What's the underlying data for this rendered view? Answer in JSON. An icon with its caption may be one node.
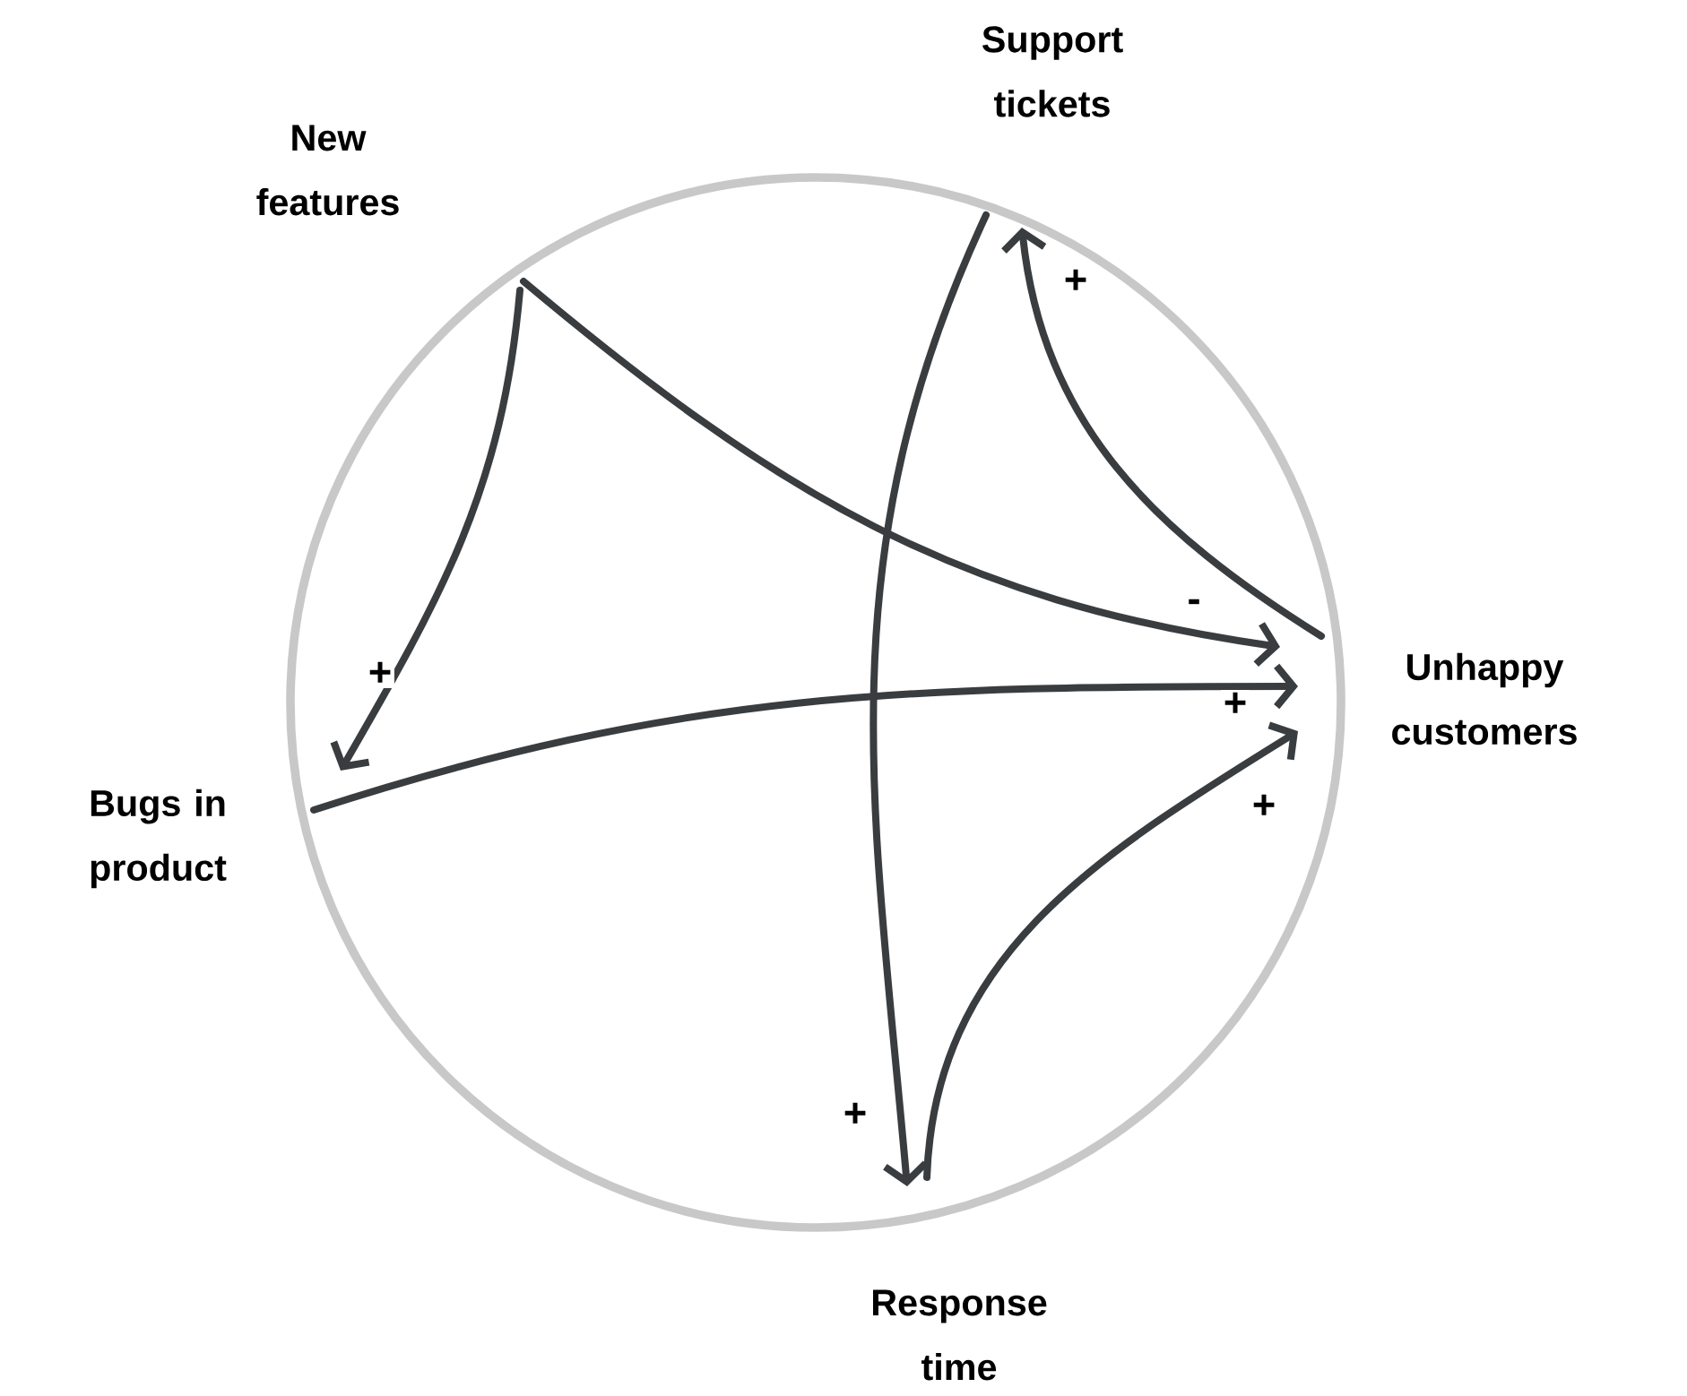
{
  "diagram": {
    "nodes": [
      {
        "text": [
          "Support tickets"
        ]
      },
      {
        "text": [
          "New features"
        ]
      },
      {
        "text": [
          "Unhappy customers"
        ]
      },
      {
        "text": [
          "Bugs in product"
        ]
      },
      {
        "text": [
          "Response time"
        ]
      }
    ],
    "edges": [
      {
        "from": 1,
        "to": 3,
        "arrow": "to",
        "label": "+"
      },
      {
        "from": 1,
        "to": 2,
        "arrow": "to",
        "label": "-"
      },
      {
        "from": 3,
        "to": 2,
        "arrow": "to",
        "label": "+"
      },
      {
        "from": 0,
        "to": 4,
        "arrow": "to",
        "label": "+"
      },
      {
        "from": 4,
        "to": 2,
        "arrow": "to",
        "label": "+"
      },
      {
        "from": 2,
        "to": 0,
        "arrow": "to",
        "label": "+"
      }
    ]
  }
}
